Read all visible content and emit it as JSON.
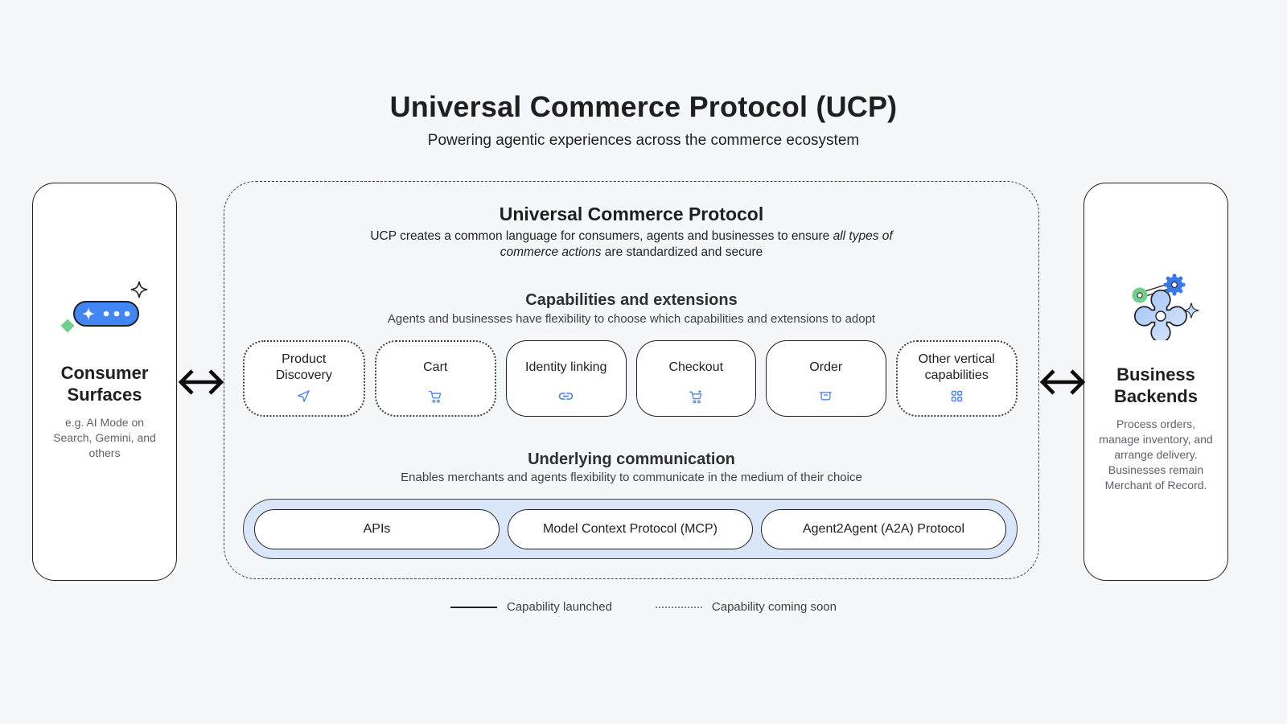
{
  "header": {
    "title": "Universal Commerce Protocol (UCP)",
    "subtitle": "Powering agentic experiences across the commerce ecosystem"
  },
  "consumer_surfaces": {
    "title": "Consumer Surfaces",
    "description": "e.g. AI Mode on Search, Gemini, and others",
    "icon": "chat-pill-sparkle-icon"
  },
  "business_backends": {
    "title": "Business Backends",
    "description": "Process orders, manage inventory, and arrange delivery. Businesses remain Merchant of Record.",
    "icon": "gears-sparkle-icon"
  },
  "ucp": {
    "title": "Universal Commerce Protocol",
    "description": {
      "normal1": "UCP creates a common language for consumers, agents and businesses to ensure ",
      "italic": "all types of commerce actions",
      "normal2": " are standardized and secure"
    },
    "capabilities": {
      "title": "Capabilities and extensions",
      "subtitle": "Agents and businesses have flexibility to choose which capabilities and extensions to adopt",
      "cards": [
        {
          "label": "Product Discovery",
          "icon": "navigation-arrow-icon",
          "status": "coming-soon"
        },
        {
          "label": "Cart",
          "icon": "shopping-cart-icon",
          "status": "coming-soon"
        },
        {
          "label": "Identity linking",
          "icon": "link-icon",
          "status": "launched"
        },
        {
          "label": "Checkout",
          "icon": "cart-checkout-icon",
          "status": "launched"
        },
        {
          "label": "Order",
          "icon": "order-box-icon",
          "status": "launched"
        },
        {
          "label": "Other vertical capabilities",
          "icon": "grid-icon",
          "status": "coming-soon"
        }
      ]
    },
    "communication": {
      "title": "Underlying communication",
      "subtitle": "Enables merchants and agents flexibility to communicate in the medium of their choice",
      "protocols": [
        {
          "label": "APIs"
        },
        {
          "label": "Model Context Protocol (MCP)"
        },
        {
          "label": "Agent2Agent (A2A) Protocol"
        }
      ]
    }
  },
  "legend": {
    "launched": "Capability launched",
    "coming_soon": "Capability coming soon"
  },
  "colors": {
    "accent_blue": "#4285f4",
    "icon_blue": "#4e84f3",
    "light_blue_band": "#d9e7f9",
    "green": "#6ed08b",
    "text_dark": "#202124",
    "text_gray": "#5f6368",
    "page_background": "#f6f7f9"
  }
}
